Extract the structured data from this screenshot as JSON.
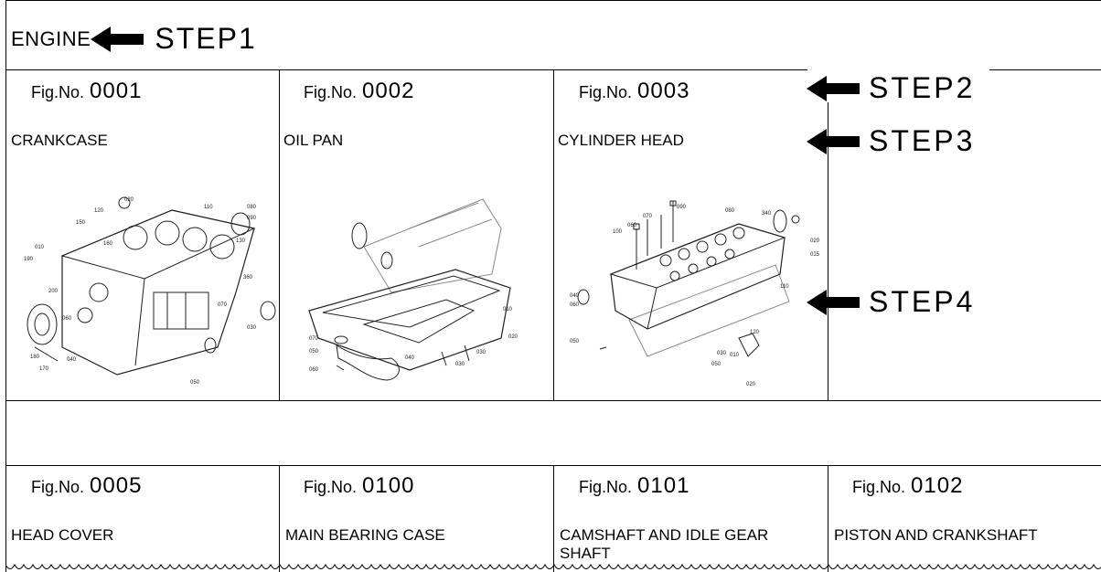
{
  "header": {
    "section_label": "ENGINE",
    "step1_label": "STEP1"
  },
  "steps": {
    "step2": "STEP2",
    "step3": "STEP3",
    "step4": "STEP4"
  },
  "fig_prefix": "Fig.No.",
  "row1": [
    {
      "fig": "0001",
      "name": "CRANKCASE"
    },
    {
      "fig": "0002",
      "name": "OIL PAN"
    },
    {
      "fig": "0003",
      "name": "CYLINDER HEAD"
    }
  ],
  "row2": [
    {
      "fig": "0005",
      "name": "HEAD COVER"
    },
    {
      "fig": "0100",
      "name": "MAIN BEARING CASE"
    },
    {
      "fig": "0101",
      "name": "CAMSHAFT AND IDLE GEAR SHAFT"
    },
    {
      "fig": "0102",
      "name": "PISTON AND CRANKSHAFT"
    }
  ],
  "drawing_codes": {
    "d1": [
      "020",
      "120",
      "150",
      "110",
      "080",
      "090",
      "130",
      "010",
      "160",
      "190",
      "200",
      "360",
      "070",
      "030",
      "060",
      "170",
      "040",
      "180",
      "050"
    ],
    "d2": [
      "070",
      "050",
      "060",
      "040",
      "030",
      "010",
      "020",
      "030"
    ],
    "d3": [
      "090",
      "070",
      "060",
      "080",
      "100",
      "340",
      "020",
      "015",
      "040",
      "060",
      "050",
      "110",
      "120",
      "030",
      "010",
      "050",
      "020"
    ]
  },
  "arrow_icon": "left-arrow-icon"
}
